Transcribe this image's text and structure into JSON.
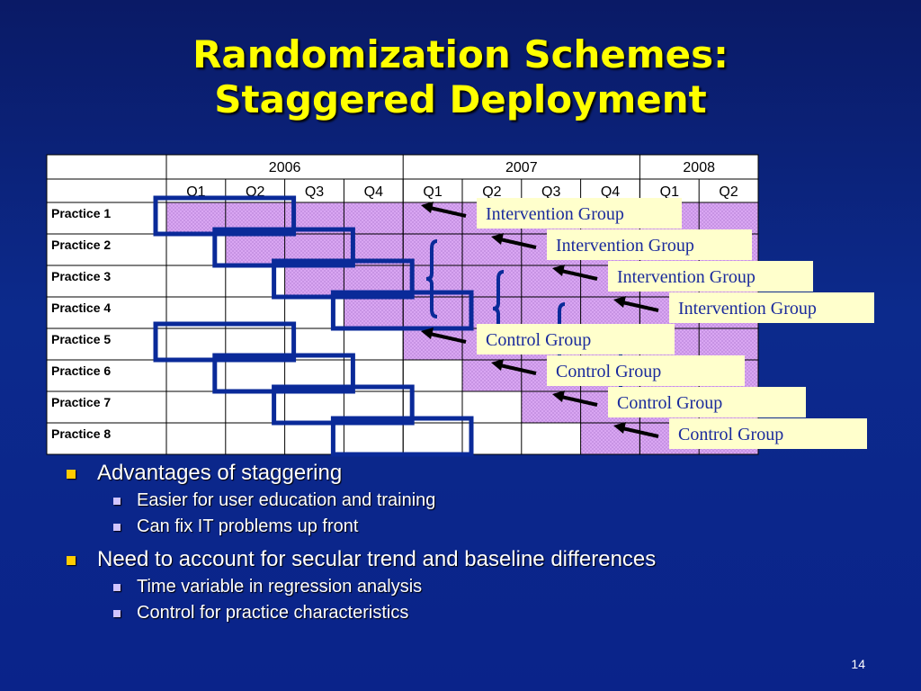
{
  "slide": {
    "title_line1": "Randomization Schemes:",
    "title_line2": "Staggered Deployment",
    "page_number": "14"
  },
  "colors": {
    "background": "#0c2a8c",
    "title": "#ffff00",
    "highlight_fill": "#dba8f5",
    "bracket": "#0a2a99",
    "callout_bg": "#ffffcc",
    "callout_text": "#1a2a9c"
  },
  "table": {
    "years": [
      {
        "label": "2006",
        "span": 4
      },
      {
        "label": "2007",
        "span": 4
      },
      {
        "label": "2008",
        "span": 2
      }
    ],
    "quarters": [
      "Q1",
      "Q2",
      "Q3",
      "Q4",
      "Q1",
      "Q2",
      "Q3",
      "Q4",
      "Q1",
      "Q2"
    ],
    "rows": [
      {
        "label": "Practice 1",
        "start_quarter_index": 0
      },
      {
        "label": "Practice 2",
        "start_quarter_index": 1
      },
      {
        "label": "Practice 3",
        "start_quarter_index": 2
      },
      {
        "label": "Practice 4",
        "start_quarter_index": 3
      },
      {
        "label": "Practice 5",
        "start_quarter_index": 4
      },
      {
        "label": "Practice 6",
        "start_quarter_index": 5
      },
      {
        "label": "Practice 7",
        "start_quarter_index": 6
      },
      {
        "label": "Practice 8",
        "start_quarter_index": 7
      }
    ]
  },
  "callouts": [
    {
      "text": "Intervention Group",
      "row": 0
    },
    {
      "text": "Intervention Group",
      "row": 1
    },
    {
      "text": "Intervention Group",
      "row": 2
    },
    {
      "text": "Intervention Group",
      "row": 3
    },
    {
      "text": "Control Group",
      "row": 4
    },
    {
      "text": "Control Group",
      "row": 5
    },
    {
      "text": "Control Group",
      "row": 6
    },
    {
      "text": "Control Group",
      "row": 7
    }
  ],
  "bullets": [
    {
      "text": "Advantages of staggering",
      "sub": [
        "Easier for user education and training",
        "Can fix IT problems up front"
      ]
    },
    {
      "text": "Need to account for secular trend and baseline differences",
      "sub": [
        "Time variable in regression analysis",
        "Control for practice characteristics"
      ]
    }
  ]
}
